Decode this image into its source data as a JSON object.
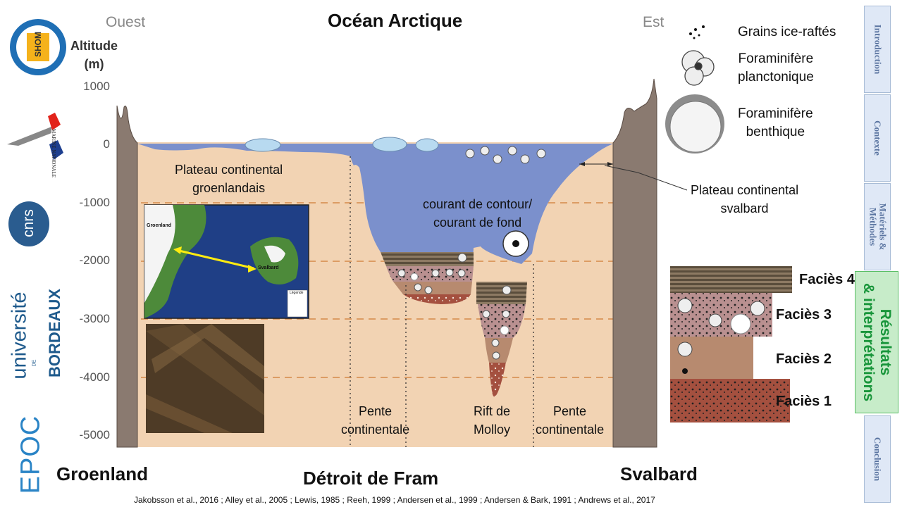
{
  "header": {
    "title": "Océan Arctique",
    "west": "Ouest",
    "east": "Est"
  },
  "axis": {
    "label": "Altitude\n(m)",
    "ticks": [
      "1000",
      "0",
      "-1000",
      "-2000",
      "-3000",
      "-4000",
      "-5000"
    ]
  },
  "logos": {
    "shom": "SHOM",
    "marine": "MARINE NATIONALE",
    "cnrs": "cnrs",
    "univ_main": "université",
    "univ_sub": "BORDEAUX",
    "univ_de": "DE",
    "epoc": "EPOC"
  },
  "regions": {
    "plateau_groenland": "Plateau continental\ngroenlandais",
    "courant": "courant de contour/\ncourant de fond",
    "pente_left": "Pente\ncontinentale",
    "rift": "Rift de\nMolloy",
    "pente_right": "Pente\ncontinentale",
    "plateau_svalbard": "Plateau continental\nsvalbard"
  },
  "map": {
    "greenland": "Groenland",
    "svalbard": "Svalbard",
    "legend": "Légende"
  },
  "places": {
    "groenland": "Groenland",
    "fram": "Détroit de Fram",
    "svalbard": "Svalbard"
  },
  "legend": {
    "grains": "Grains ice-raftés",
    "plancto": "Foraminifère\nplanctonique",
    "benthic": "Foraminifère\nbenthique"
  },
  "facies": [
    "Faciès 4",
    "Faciès 3",
    "Faciès 2",
    "Faciès 1"
  ],
  "nav": [
    "Introduction",
    "Contexte",
    "Matériels &\nMéthodes",
    "Résultats\n& interprétations",
    "Conclusion"
  ],
  "refs": "Jakobsson et al., 2016 ; Alley et al., 2005 ; Lewis, 1985 ; Reeh, 1999 ; Andersen et al., 1999 ; Andersen & Bark, 1991 ; Andrews et al., 2017",
  "colors": {
    "sediment": "#f2d3b3",
    "water": "#7b90cc",
    "rock": "#8a7a70",
    "facies4": "#8d7a63",
    "facies3": "#b99090",
    "facies2": "#b78a6f",
    "facies1": "#a4503f",
    "active": "#18953a"
  }
}
